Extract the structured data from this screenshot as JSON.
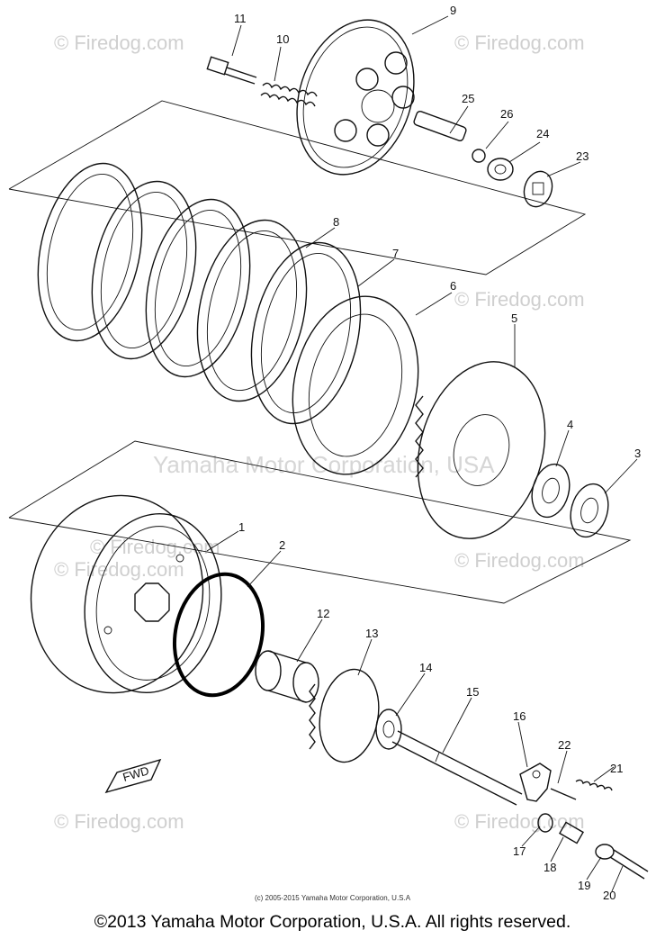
{
  "watermarks": [
    "© Firedog.com",
    "© Firedog.com",
    "© Firedog.com",
    "© Firedog.com",
    "© Firedog.com",
    "© Firedog.com",
    "© Firedog.com",
    "© Firedog.com"
  ],
  "center_watermark": "Yamaha Motor Corporation, USA",
  "part_numbers": [
    "1",
    "2",
    "3",
    "4",
    "5",
    "6",
    "7",
    "8",
    "9",
    "10",
    "11",
    "12",
    "13",
    "14",
    "15",
    "16",
    "17",
    "18",
    "19",
    "20",
    "21",
    "22",
    "23",
    "24",
    "25",
    "26"
  ],
  "fwd_label": "FWD",
  "small_copyright": "(c) 2005-2015 Yamaha Motor Corporation, U.S.A",
  "footer_copyright": "©2013 Yamaha Motor Corporation, U.S.A. All rights reserved."
}
